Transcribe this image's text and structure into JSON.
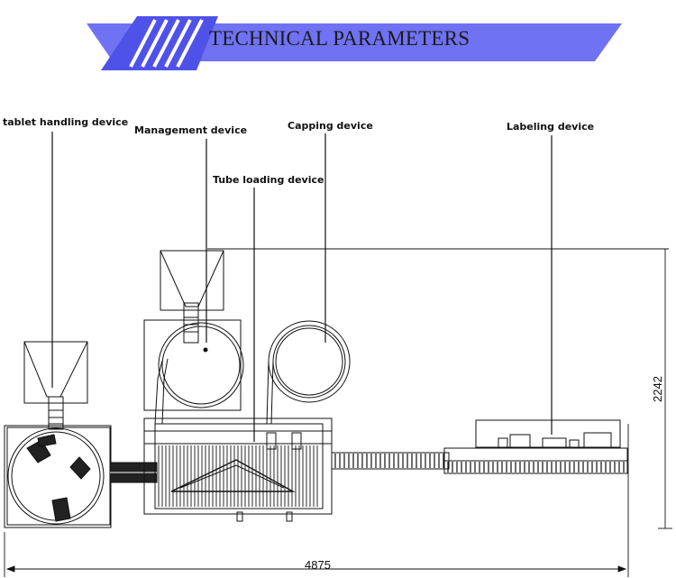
{
  "banner": {
    "title": "TECHNICAL PARAMETERS",
    "color": "#6f72f2"
  },
  "labels": {
    "tablet_handling": "tablet handling device",
    "management": "Management device",
    "capping": "Capping device",
    "tube_loading": "Tube loading device",
    "labeling": "Labeling device"
  },
  "dimensions": {
    "height": "2242",
    "width": "4875"
  }
}
